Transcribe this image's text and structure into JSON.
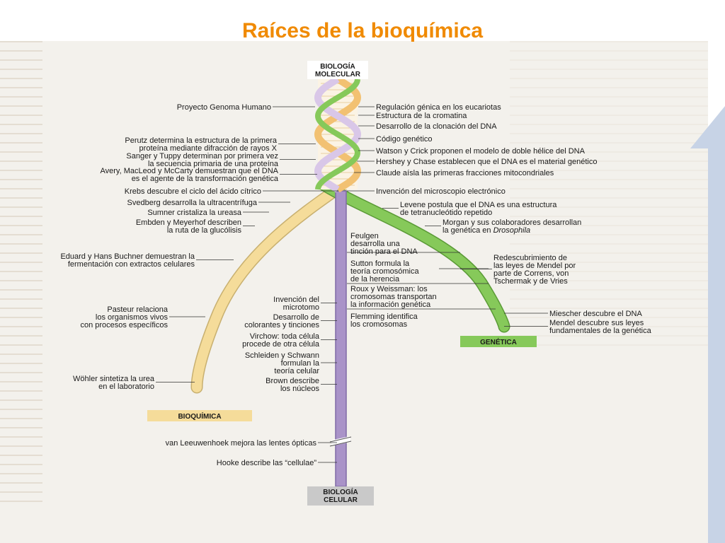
{
  "title": "Raíces de la bioquímica",
  "colors": {
    "title": "#f08a00",
    "biochem_strand": "#f5dc9a",
    "genetics_strand": "#86c95a",
    "cell_strand": "#a993c8",
    "helix_orange": "#f2c172",
    "helix_purple": "#d9c7e8",
    "label_box": "#c9c9c9"
  },
  "boxes": {
    "molecular": [
      "BIOLOGÍA",
      "MOLECULAR"
    ],
    "cellular": [
      "BIOLOGÍA",
      "CELULAR"
    ],
    "genetics": [
      "GENÉTICA"
    ],
    "biochem": [
      "BIOQUÍMICA"
    ]
  },
  "left_labels": [
    [
      "Proyecto Genoma Humano"
    ],
    [
      "Perutz determina la estructura de la primera",
      "proteína mediante difracción de rayos X"
    ],
    [
      "Sanger y Tuppy determinan por primera vez",
      "la secuencia primaria de una proteína"
    ],
    [
      "Avery, MacLeod y McCarty demuestran que el DNA",
      "es el agente de la transformación genética"
    ],
    [
      "Krebs descubre el ciclo del ácido cítrico"
    ],
    [
      "Svedberg desarrolla la ultracentrífuga"
    ],
    [
      "Sumner cristaliza la ureasa"
    ],
    [
      "Embden y Meyerhof describen",
      "la ruta de la glucólisis"
    ],
    [
      "Eduard y Hans Buchner demuestran la",
      "fermentación con extractos celulares"
    ],
    [
      "Pasteur relaciona",
      "los organismos vivos",
      "con procesos específicos"
    ],
    [
      "Wöhler sintetiza la urea",
      "en el laboratorio"
    ]
  ],
  "right_labels": [
    [
      "Regulación génica en los eucariotas"
    ],
    [
      "Estructura de la cromatina"
    ],
    [
      "Desarrollo de la clonación del DNA"
    ],
    [
      "Código genético"
    ],
    [
      "Watson y Crick proponen el modelo de doble hélice del DNA"
    ],
    [
      "Hershey y Chase establecen que el DNA es el material genético"
    ],
    [
      "Claude aísla las primeras fracciones mitocondriales"
    ],
    [
      "Invención del microscopio electrónico"
    ],
    [
      "Levene postula que el DNA es una estructura",
      "de tetranucleótido repetido"
    ],
    [
      "Morgan y sus colaboradores desarrollan",
      "la genética en Drosophila"
    ],
    [
      "Redescubrimiento de",
      "las leyes de Mendel por",
      "parte de Correns, von",
      "Tschermak y de Vries"
    ],
    [
      "Miescher descubre el DNA"
    ],
    [
      "Mendel descubre sus leyes",
      "fundamentales de la genética"
    ]
  ],
  "center_right_labels": [
    [
      "Feulgen",
      "desarrolla una",
      "tinción para el DNA"
    ],
    [
      "Sutton formula la",
      "teoría cromosómica",
      "de la herencia"
    ],
    [
      "Roux y Weissman: los",
      "cromosomas transportan",
      "la información genética"
    ],
    [
      "Flemming identifica",
      "los cromosomas"
    ]
  ],
  "center_left_labels": [
    [
      "Invención del",
      "microtomo"
    ],
    [
      "Desarrollo de",
      "colorantes y tinciones"
    ],
    [
      "Virchow: toda célula",
      "procede de otra célula"
    ],
    [
      "Schleiden y Schwann",
      "formulan la",
      "teoría celular"
    ],
    [
      "Brown describe",
      "los núcleos"
    ],
    [
      "van Leeuwenhoek mejora las lentes ópticas"
    ],
    [
      "Hooke describe las “cellulae”"
    ]
  ]
}
